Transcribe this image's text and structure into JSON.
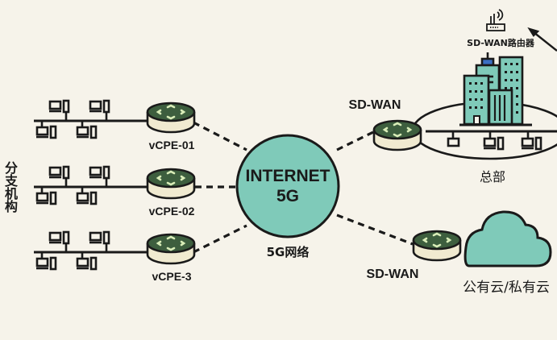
{
  "colors": {
    "background": "#f6f3ea",
    "teal": "#7fcab9",
    "router_top": "#3d5e3e",
    "router_base": "#f0ead0",
    "router_arrows": "#d9edb8",
    "building_cap": "#3a6fc2",
    "stroke": "#1a1a1a"
  },
  "branch": {
    "label": "分支机构",
    "sites": [
      {
        "router_label": "vCPE-01"
      },
      {
        "router_label": "vCPE-02"
      },
      {
        "router_label": "vCPE-3"
      }
    ]
  },
  "internet": {
    "line1": "INTERNET",
    "line2": "5G",
    "caption": "5G网络"
  },
  "headquarters": {
    "router_label": "SD-WAN",
    "caption": "总部",
    "device_label": "SD-WAN路由器"
  },
  "cloud": {
    "router_label": "SD-WAN",
    "caption": "公有云/私有云"
  }
}
